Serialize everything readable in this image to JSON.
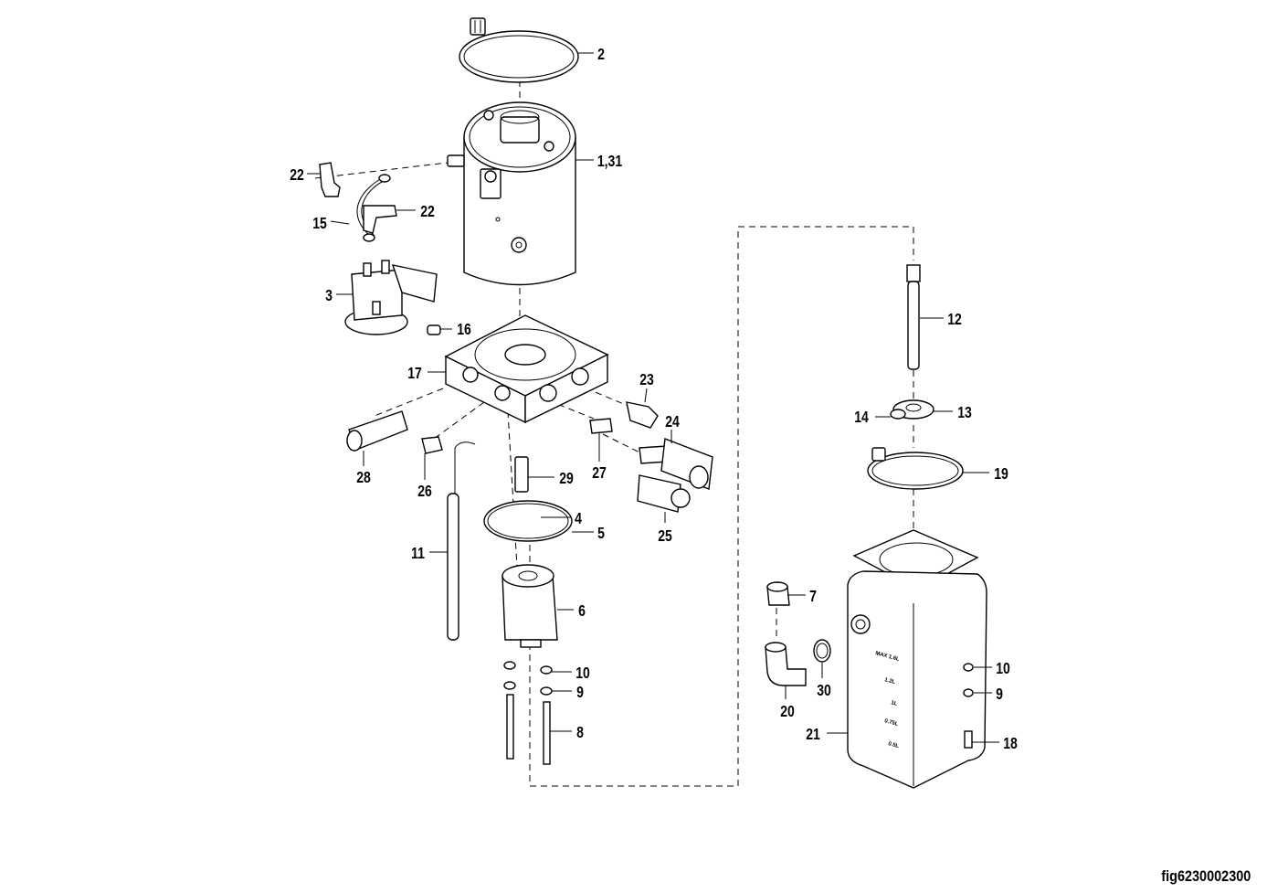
{
  "figure_id": "fig6230002300",
  "callouts": [
    "2",
    "1,31",
    "22",
    "15",
    "22",
    "3",
    "16",
    "17",
    "23",
    "24",
    "28",
    "26",
    "27",
    "25",
    "29",
    "4",
    "5",
    "11",
    "6",
    "10",
    "9",
    "8",
    "12",
    "14",
    "13",
    "19",
    "7",
    "30",
    "20",
    "10",
    "9",
    "21",
    "18"
  ],
  "reservoir_scale": [
    "MAX 1.6L",
    "1.2L",
    "1L",
    "0.75L",
    "0.5L"
  ]
}
